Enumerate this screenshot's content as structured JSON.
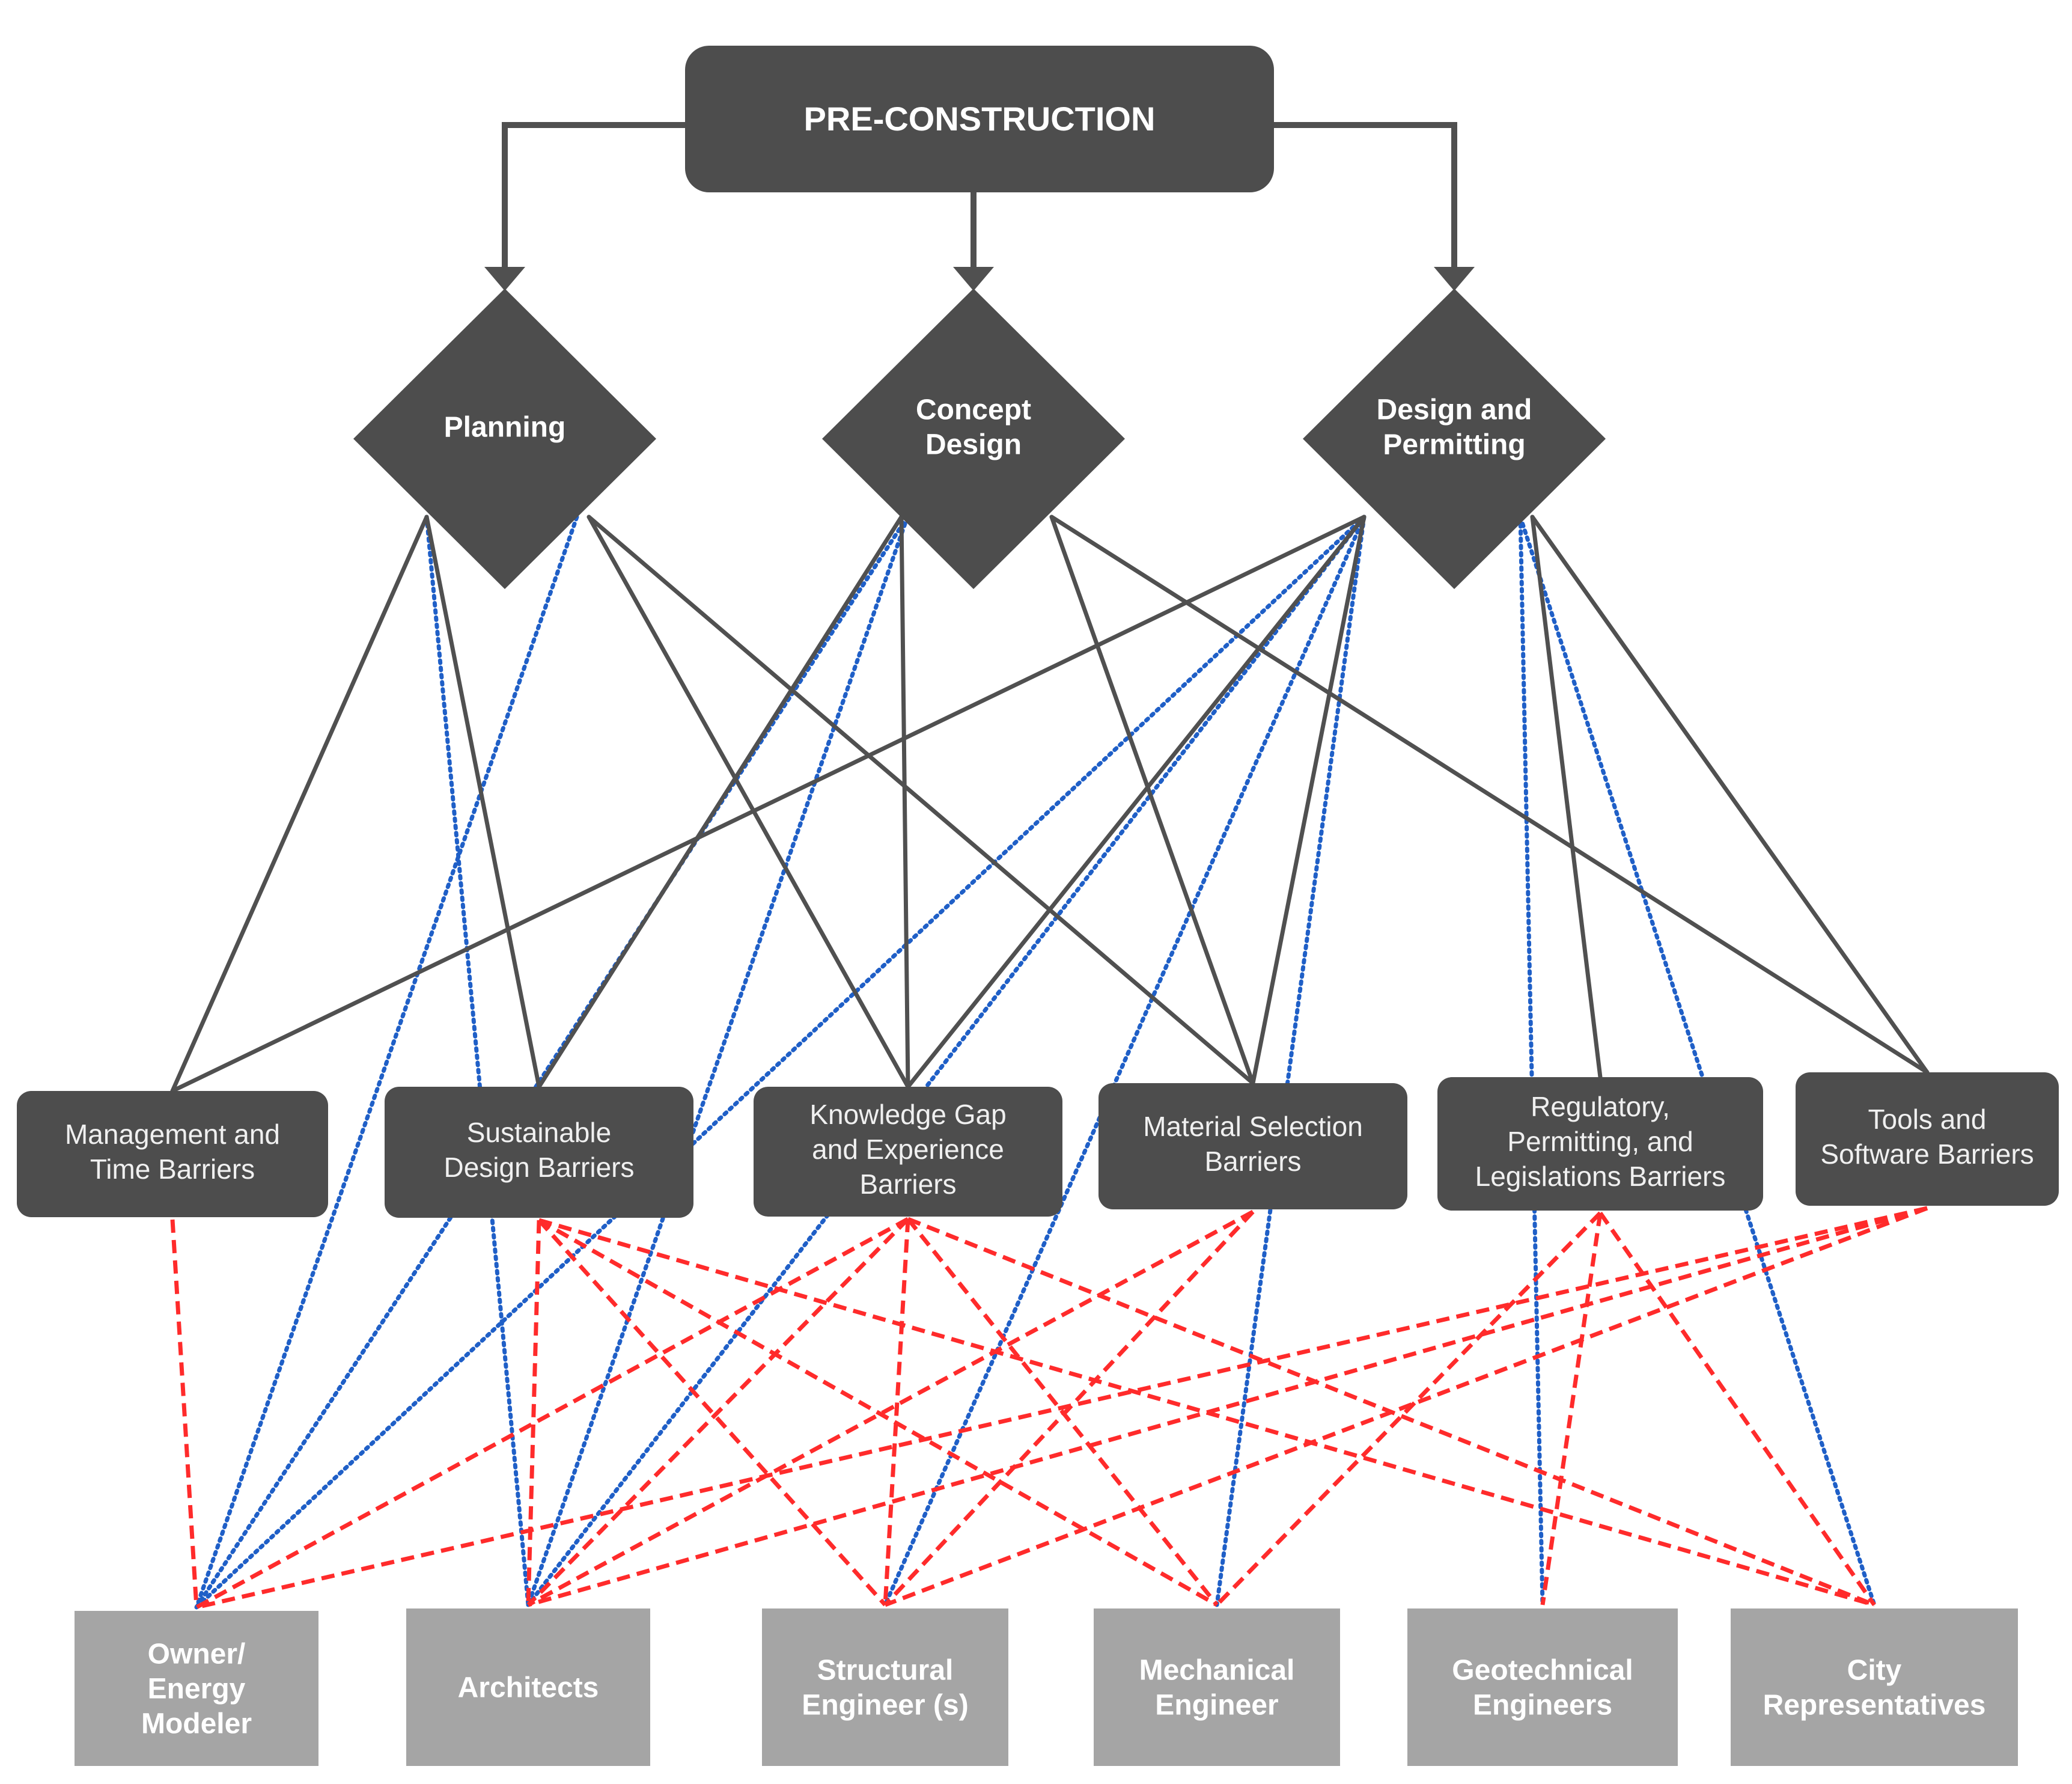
{
  "colors": {
    "dark_node": "#4d4d4d",
    "actor_node": "#a5a5a5",
    "phase_link": "#505050",
    "dotted_link": "#1f5fc7",
    "dashed_link": "#ff2b2b"
  },
  "top": {
    "id": "pre",
    "label": [
      "PRE-CONSTRUCTION"
    ]
  },
  "phases": [
    {
      "id": "planning",
      "label": [
        "Planning"
      ]
    },
    {
      "id": "concept",
      "label": [
        "Concept",
        "Design"
      ]
    },
    {
      "id": "design",
      "label": [
        "Design and",
        "Permitting"
      ]
    }
  ],
  "barriers": [
    {
      "id": "mgmt",
      "label": [
        "Management and",
        "Time Barriers"
      ]
    },
    {
      "id": "sust",
      "label": [
        "Sustainable",
        "Design Barriers"
      ]
    },
    {
      "id": "know",
      "label": [
        "Knowledge Gap",
        "and Experience",
        "Barriers"
      ]
    },
    {
      "id": "mat",
      "label": [
        "Material Selection",
        "Barriers"
      ]
    },
    {
      "id": "reg",
      "label": [
        "Regulatory,",
        "Permitting, and",
        "Legislations Barriers"
      ]
    },
    {
      "id": "tools",
      "label": [
        "Tools and",
        "Software Barriers"
      ]
    }
  ],
  "actors": [
    {
      "id": "owner",
      "label": [
        "Owner/",
        "Energy",
        "Modeler"
      ]
    },
    {
      "id": "arch",
      "label": [
        "Architects"
      ]
    },
    {
      "id": "struct",
      "label": [
        "Structural",
        "Engineer (s)"
      ]
    },
    {
      "id": "mech",
      "label": [
        "Mechanical",
        "Engineer"
      ]
    },
    {
      "id": "geo",
      "label": [
        "Geotechnical",
        "Engineers"
      ]
    },
    {
      "id": "city",
      "label": [
        "City",
        "Representatives"
      ]
    }
  ],
  "arrows": [
    {
      "from": "pre",
      "to": "planning"
    },
    {
      "from": "pre",
      "to": "concept"
    },
    {
      "from": "pre",
      "to": "design"
    }
  ],
  "links": {
    "phase_to_barrier": [
      {
        "from": "planning",
        "to": "mgmt"
      },
      {
        "from": "planning",
        "to": "sust"
      },
      {
        "from": "planning",
        "to": "know"
      },
      {
        "from": "planning",
        "to": "mat"
      },
      {
        "from": "concept",
        "to": "sust"
      },
      {
        "from": "concept",
        "to": "know"
      },
      {
        "from": "concept",
        "to": "mat"
      },
      {
        "from": "concept",
        "to": "tools"
      },
      {
        "from": "design",
        "to": "mgmt"
      },
      {
        "from": "design",
        "to": "know"
      },
      {
        "from": "design",
        "to": "mat"
      },
      {
        "from": "design",
        "to": "reg"
      },
      {
        "from": "design",
        "to": "tools"
      }
    ],
    "phase_to_actor": [
      {
        "from": "planning",
        "to": "arch"
      },
      {
        "from": "planning",
        "to": "owner"
      },
      {
        "from": "concept",
        "to": "owner"
      },
      {
        "from": "concept",
        "to": "arch"
      },
      {
        "from": "design",
        "to": "owner"
      },
      {
        "from": "design",
        "to": "arch"
      },
      {
        "from": "design",
        "to": "struct"
      },
      {
        "from": "design",
        "to": "mech"
      },
      {
        "from": "design",
        "to": "geo"
      },
      {
        "from": "design",
        "to": "city"
      }
    ],
    "barrier_to_actor": [
      {
        "from": "mgmt",
        "to": "owner"
      },
      {
        "from": "sust",
        "to": "arch"
      },
      {
        "from": "sust",
        "to": "struct"
      },
      {
        "from": "sust",
        "to": "mech"
      },
      {
        "from": "sust",
        "to": "city"
      },
      {
        "from": "know",
        "to": "owner"
      },
      {
        "from": "know",
        "to": "arch"
      },
      {
        "from": "know",
        "to": "struct"
      },
      {
        "from": "know",
        "to": "mech"
      },
      {
        "from": "know",
        "to": "city"
      },
      {
        "from": "mat",
        "to": "arch"
      },
      {
        "from": "mat",
        "to": "struct"
      },
      {
        "from": "reg",
        "to": "geo"
      },
      {
        "from": "reg",
        "to": "mech"
      },
      {
        "from": "reg",
        "to": "city"
      },
      {
        "from": "tools",
        "to": "owner"
      },
      {
        "from": "tools",
        "to": "arch"
      },
      {
        "from": "tools",
        "to": "struct"
      }
    ]
  }
}
